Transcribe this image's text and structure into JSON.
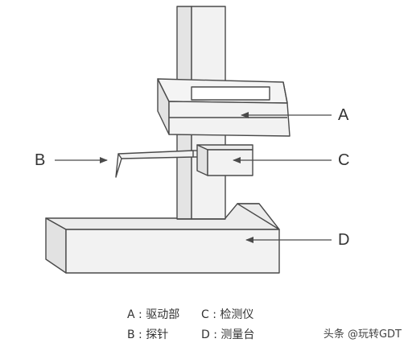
{
  "callouts": {
    "a": "A",
    "b": "B",
    "c": "C",
    "d": "D"
  },
  "legend": {
    "a": "A : 驱动部",
    "b": "B : 探针",
    "c": "C : 检测仪",
    "d": "D : 测量台"
  },
  "watermark": "头条 @玩转GDT",
  "colors": {
    "line": "#4a4a4a",
    "fill": "#f2f2f2",
    "fill_dark": "#e6e6e6",
    "text": "#333333"
  }
}
